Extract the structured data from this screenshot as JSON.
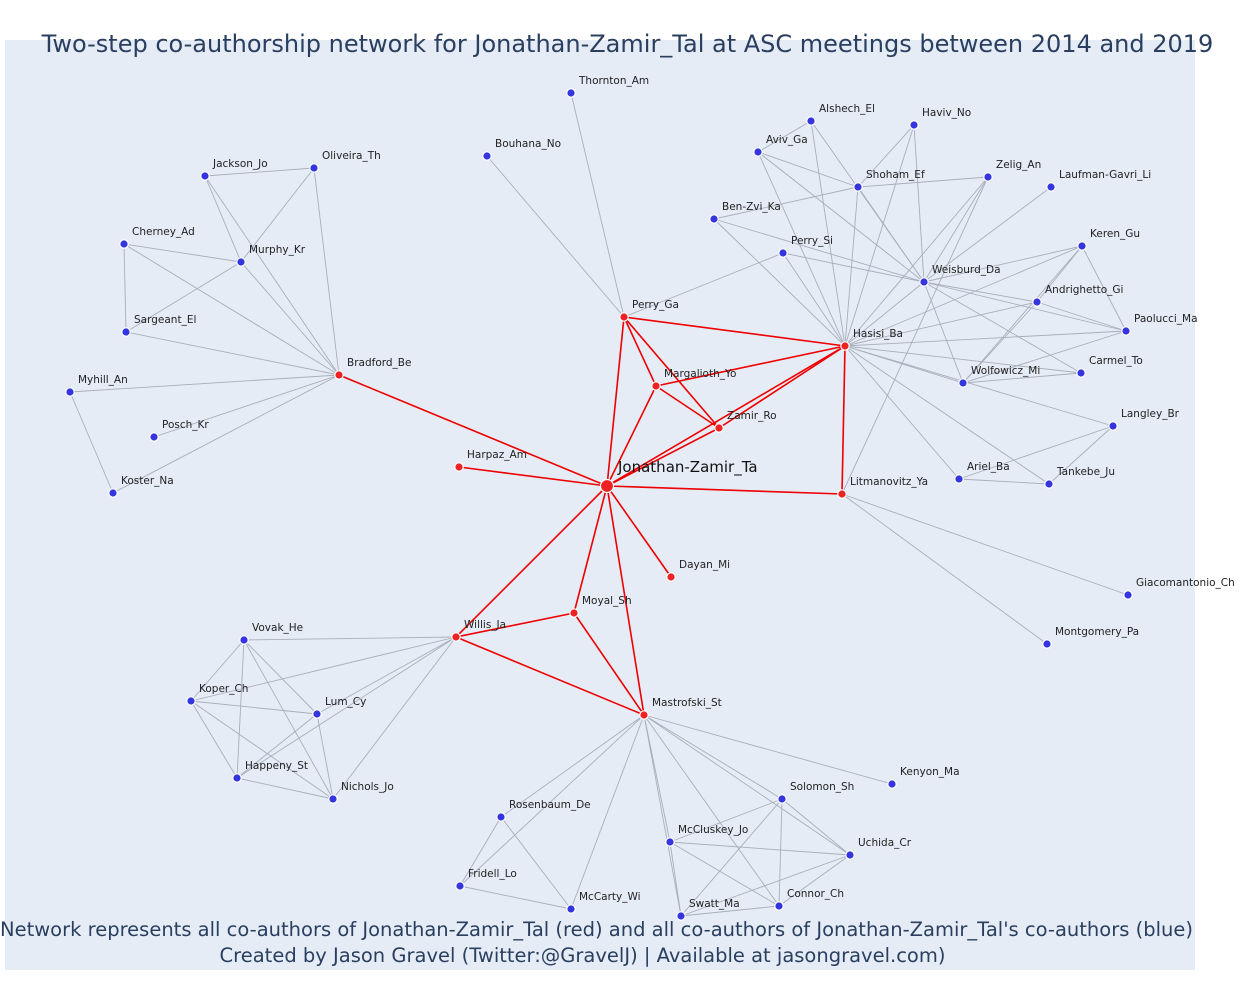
{
  "title": "Two-step co-authorship network for Jonathan-Zamir_Tal at ASC meetings between 2014 and 2019",
  "caption_line1": "Network represents all co-authors of Jonathan-Zamir_Tal (red) and all co-authors of Jonathan-Zamir_Tal's co-authors (blue)",
  "caption_line2": "Created by Jason Gravel (Twitter:@GravelJ) | Available at jasongravel.com)",
  "colors": {
    "red": "#ee2222",
    "blue": "#3535e0",
    "edge_red": "#ee0000",
    "edge_grey": "#a8aebb",
    "background": "#e5ecf6"
  },
  "center": "Jonathan-Zamir_Ta",
  "red_nodes": [
    "Jonathan-Zamir_Ta",
    "Perry_Ga",
    "Hasisi_Ba",
    "Margalioth_Yo",
    "Zamir_Ro",
    "Bradford_Be",
    "Harpaz_Am",
    "Litmanovitz_Ya",
    "Dayan_Mi",
    "Moyal_Sh",
    "Willis_Ja",
    "Mastrofski_St"
  ],
  "blue_nodes": [
    "Thornton_Am",
    "Bouhana_No",
    "Alshech_El",
    "Haviv_No",
    "Aviv_Ga",
    "Zelig_An",
    "Shoham_Ef",
    "Laufman-Gavri_Li",
    "Ben-Zvi_Ka",
    "Perry_Si",
    "Keren_Gu",
    "Weisburd_Da",
    "Andrighetto_Gi",
    "Paolucci_Ma",
    "Carmel_To",
    "Wolfowicz_Mi",
    "Langley_Br",
    "Ariel_Ba",
    "Tankebe_Ju",
    "Giacomantonio_Ch",
    "Montgomery_Pa",
    "Jackson_Jo",
    "Oliveira_Th",
    "Cherney_Ad",
    "Murphy_Kr",
    "Sargeant_El",
    "Myhill_An",
    "Posch_Kr",
    "Koster_Na",
    "Vovak_He",
    "Koper_Ch",
    "Lum_Cy",
    "Happeny_St",
    "Nichols_Jo",
    "Kenyon_Ma",
    "Solomon_Sh",
    "Rosenbaum_De",
    "McCluskey_Jo",
    "Uchida_Cr",
    "Fridell_Lo",
    "McCarty_Wi",
    "Connor_Ch",
    "Swatt_Ma"
  ],
  "labels": {
    "Jonathan-Zamir_Ta": "Jonathan-Zamir_Ta",
    "Perry_Ga": "Perry_Ga",
    "Hasisi_Ba": "Hasisi_Ba",
    "Margalioth_Yo": "Margalioth_Yo",
    "Zamir_Ro": "Zamir_Ro",
    "Bradford_Be": "Bradford_Be",
    "Harpaz_Am": "Harpaz_Am",
    "Litmanovitz_Ya": "Litmanovitz_Ya",
    "Dayan_Mi": "Dayan_Mi",
    "Moyal_Sh": "Moyal_Sh",
    "Willis_Ja": "Willis_Ja",
    "Mastrofski_St": "Mastrofski_St",
    "Thornton_Am": "Thornton_Am",
    "Bouhana_No": "Bouhana_No",
    "Alshech_El": "Alshech_El",
    "Haviv_No": "Haviv_No",
    "Aviv_Ga": "Aviv_Ga",
    "Zelig_An": "Zelig_An",
    "Shoham_Ef": "Shoham_Ef",
    "Laufman-Gavri_Li": "Laufman-Gavri_Li",
    "Ben-Zvi_Ka": "Ben-Zvi_Ka",
    "Perry_Si": "Perry_Si",
    "Keren_Gu": "Keren_Gu",
    "Weisburd_Da": "Weisburd_Da",
    "Andrighetto_Gi": "Andrighetto_Gi",
    "Paolucci_Ma": "Paolucci_Ma",
    "Carmel_To": "Carmel_To",
    "Wolfowicz_Mi": "Wolfowicz_Mi",
    "Langley_Br": "Langley_Br",
    "Ariel_Ba": "Ariel_Ba",
    "Tankebe_Ju": "Tankebe_Ju",
    "Giacomantonio_Ch": "Giacomantonio_Ch",
    "Montgomery_Pa": "Montgomery_Pa",
    "Jackson_Jo": "Jackson_Jo",
    "Oliveira_Th": "Oliveira_Th",
    "Cherney_Ad": "Cherney_Ad",
    "Murphy_Kr": "Murphy_Kr",
    "Sargeant_El": "Sargeant_El",
    "Myhill_An": "Myhill_An",
    "Posch_Kr": "Posch_Kr",
    "Koster_Na": "Koster_Na",
    "Vovak_He": "Vovak_He",
    "Koper_Ch": "Koper_Ch",
    "Lum_Cy": "Lum_Cy",
    "Happeny_St": "Happeny_St",
    "Nichols_Jo": "Nichols_Jo",
    "Kenyon_Ma": "Kenyon_Ma",
    "Solomon_Sh": "Solomon_Sh",
    "Rosenbaum_De": "Rosenbaum_De",
    "McCluskey_Jo": "McCluskey_Jo",
    "Uchida_Cr": "Uchida_Cr",
    "Fridell_Lo": "Fridell_Lo",
    "McCarty_Wi": "McCarty_Wi",
    "Connor_Ch": "Connor_Ch",
    "Swatt_Ma": "Swatt_Ma"
  },
  "edges": [
    [
      "Jonathan-Zamir_Ta",
      "Perry_Ga"
    ],
    [
      "Jonathan-Zamir_Ta",
      "Hasisi_Ba"
    ],
    [
      "Jonathan-Zamir_Ta",
      "Margalioth_Yo"
    ],
    [
      "Jonathan-Zamir_Ta",
      "Zamir_Ro"
    ],
    [
      "Jonathan-Zamir_Ta",
      "Bradford_Be"
    ],
    [
      "Jonathan-Zamir_Ta",
      "Harpaz_Am"
    ],
    [
      "Jonathan-Zamir_Ta",
      "Litmanovitz_Ya"
    ],
    [
      "Jonathan-Zamir_Ta",
      "Dayan_Mi"
    ],
    [
      "Jonathan-Zamir_Ta",
      "Moyal_Sh"
    ],
    [
      "Jonathan-Zamir_Ta",
      "Willis_Ja"
    ],
    [
      "Jonathan-Zamir_Ta",
      "Mastrofski_St"
    ],
    [
      "Perry_Ga",
      "Hasisi_Ba"
    ],
    [
      "Perry_Ga",
      "Margalioth_Yo"
    ],
    [
      "Perry_Ga",
      "Zamir_Ro"
    ],
    [
      "Margalioth_Yo",
      "Hasisi_Ba"
    ],
    [
      "Margalioth_Yo",
      "Zamir_Ro"
    ],
    [
      "Zamir_Ro",
      "Hasisi_Ba"
    ],
    [
      "Hasisi_Ba",
      "Litmanovitz_Ya"
    ],
    [
      "Willis_Ja",
      "Moyal_Sh"
    ],
    [
      "Willis_Ja",
      "Mastrofski_St"
    ],
    [
      "Moyal_Sh",
      "Mastrofski_St"
    ],
    [
      "Perry_Ga",
      "Thornton_Am"
    ],
    [
      "Perry_Ga",
      "Bouhana_No"
    ],
    [
      "Perry_Ga",
      "Perry_Si"
    ],
    [
      "Hasisi_Ba",
      "Alshech_El"
    ],
    [
      "Hasisi_Ba",
      "Haviv_No"
    ],
    [
      "Hasisi_Ba",
      "Aviv_Ga"
    ],
    [
      "Hasisi_Ba",
      "Zelig_An"
    ],
    [
      "Hasisi_Ba",
      "Shoham_Ef"
    ],
    [
      "Hasisi_Ba",
      "Ben-Zvi_Ka"
    ],
    [
      "Hasisi_Ba",
      "Perry_Si"
    ],
    [
      "Hasisi_Ba",
      "Keren_Gu"
    ],
    [
      "Hasisi_Ba",
      "Weisburd_Da"
    ],
    [
      "Hasisi_Ba",
      "Andrighetto_Gi"
    ],
    [
      "Hasisi_Ba",
      "Paolucci_Ma"
    ],
    [
      "Hasisi_Ba",
      "Carmel_To"
    ],
    [
      "Hasisi_Ba",
      "Wolfowicz_Mi"
    ],
    [
      "Hasisi_Ba",
      "Langley_Br"
    ],
    [
      "Hasisi_Ba",
      "Ariel_Ba"
    ],
    [
      "Hasisi_Ba",
      "Tankebe_Ju"
    ],
    [
      "Weisburd_Da",
      "Alshech_El"
    ],
    [
      "Weisburd_Da",
      "Haviv_No"
    ],
    [
      "Weisburd_Da",
      "Aviv_Ga"
    ],
    [
      "Weisburd_Da",
      "Zelig_An"
    ],
    [
      "Weisburd_Da",
      "Shoham_Ef"
    ],
    [
      "Weisburd_Da",
      "Laufman-Gavri_Li"
    ],
    [
      "Weisburd_Da",
      "Ben-Zvi_Ka"
    ],
    [
      "Weisburd_Da",
      "Perry_Si"
    ],
    [
      "Weisburd_Da",
      "Keren_Gu"
    ],
    [
      "Weisburd_Da",
      "Andrighetto_Gi"
    ],
    [
      "Weisburd_Da",
      "Paolucci_Ma"
    ],
    [
      "Weisburd_Da",
      "Carmel_To"
    ],
    [
      "Weisburd_Da",
      "Wolfowicz_Mi"
    ],
    [
      "Aviv_Ga",
      "Shoham_Ef"
    ],
    [
      "Aviv_Ga",
      "Alshech_El"
    ],
    [
      "Shoham_Ef",
      "Zelig_An"
    ],
    [
      "Shoham_Ef",
      "Haviv_No"
    ],
    [
      "Ben-Zvi_Ka",
      "Shoham_Ef"
    ],
    [
      "Keren_Gu",
      "Andrighetto_Gi"
    ],
    [
      "Keren_Gu",
      "Paolucci_Ma"
    ],
    [
      "Keren_Gu",
      "Wolfowicz_Mi"
    ],
    [
      "Andrighetto_Gi",
      "Paolucci_Ma"
    ],
    [
      "Andrighetto_Gi",
      "Wolfowicz_Mi"
    ],
    [
      "Paolucci_Ma",
      "Wolfowicz_Mi"
    ],
    [
      "Wolfowicz_Mi",
      "Carmel_To"
    ],
    [
      "Langley_Br",
      "Ariel_Ba"
    ],
    [
      "Langley_Br",
      "Tankebe_Ju"
    ],
    [
      "Ariel_Ba",
      "Tankebe_Ju"
    ],
    [
      "Litmanovitz_Ya",
      "Giacomantonio_Ch"
    ],
    [
      "Litmanovitz_Ya",
      "Montgomery_Pa"
    ],
    [
      "Litmanovitz_Ya",
      "Zelig_An"
    ],
    [
      "Bradford_Be",
      "Jackson_Jo"
    ],
    [
      "Bradford_Be",
      "Oliveira_Th"
    ],
    [
      "Bradford_Be",
      "Cherney_Ad"
    ],
    [
      "Bradford_Be",
      "Murphy_Kr"
    ],
    [
      "Bradford_Be",
      "Sargeant_El"
    ],
    [
      "Bradford_Be",
      "Myhill_An"
    ],
    [
      "Bradford_Be",
      "Posch_Kr"
    ],
    [
      "Bradford_Be",
      "Koster_Na"
    ],
    [
      "Jackson_Jo",
      "Oliveira_Th"
    ],
    [
      "Jackson_Jo",
      "Murphy_Kr"
    ],
    [
      "Oliveira_Th",
      "Murphy_Kr"
    ],
    [
      "Cherney_Ad",
      "Murphy_Kr"
    ],
    [
      "Cherney_Ad",
      "Sargeant_El"
    ],
    [
      "Murphy_Kr",
      "Sargeant_El"
    ],
    [
      "Myhill_An",
      "Koster_Na"
    ],
    [
      "Willis_Ja",
      "Vovak_He"
    ],
    [
      "Willis_Ja",
      "Koper_Ch"
    ],
    [
      "Willis_Ja",
      "Lum_Cy"
    ],
    [
      "Willis_Ja",
      "Happeny_St"
    ],
    [
      "Willis_Ja",
      "Nichols_Jo"
    ],
    [
      "Vovak_He",
      "Koper_Ch"
    ],
    [
      "Vovak_He",
      "Happeny_St"
    ],
    [
      "Vovak_He",
      "Nichols_Jo"
    ],
    [
      "Vovak_He",
      "Lum_Cy"
    ],
    [
      "Koper_Ch",
      "Lum_Cy"
    ],
    [
      "Koper_Ch",
      "Happeny_St"
    ],
    [
      "Koper_Ch",
      "Nichols_Jo"
    ],
    [
      "Lum_Cy",
      "Happeny_St"
    ],
    [
      "Lum_Cy",
      "Nichols_Jo"
    ],
    [
      "Happeny_St",
      "Nichols_Jo"
    ],
    [
      "Mastrofski_St",
      "Kenyon_Ma"
    ],
    [
      "Mastrofski_St",
      "Solomon_Sh"
    ],
    [
      "Mastrofski_St",
      "Rosenbaum_De"
    ],
    [
      "Mastrofski_St",
      "McCluskey_Jo"
    ],
    [
      "Mastrofski_St",
      "Uchida_Cr"
    ],
    [
      "Mastrofski_St",
      "Fridell_Lo"
    ],
    [
      "Mastrofski_St",
      "McCarty_Wi"
    ],
    [
      "Mastrofski_St",
      "Connor_Ch"
    ],
    [
      "Mastrofski_St",
      "Swatt_Ma"
    ],
    [
      "Rosenbaum_De",
      "Fridell_Lo"
    ],
    [
      "Rosenbaum_De",
      "McCarty_Wi"
    ],
    [
      "Fridell_Lo",
      "McCarty_Wi"
    ],
    [
      "Solomon_Sh",
      "McCluskey_Jo"
    ],
    [
      "Solomon_Sh",
      "Uchida_Cr"
    ],
    [
      "Solomon_Sh",
      "Connor_Ch"
    ],
    [
      "Solomon_Sh",
      "Swatt_Ma"
    ],
    [
      "McCluskey_Jo",
      "Uchida_Cr"
    ],
    [
      "McCluskey_Jo",
      "Connor_Ch"
    ],
    [
      "McCluskey_Jo",
      "Swatt_Ma"
    ],
    [
      "Uchida_Cr",
      "Connor_Ch"
    ],
    [
      "Uchida_Cr",
      "Swatt_Ma"
    ],
    [
      "Connor_Ch",
      "Swatt_Ma"
    ]
  ]
}
